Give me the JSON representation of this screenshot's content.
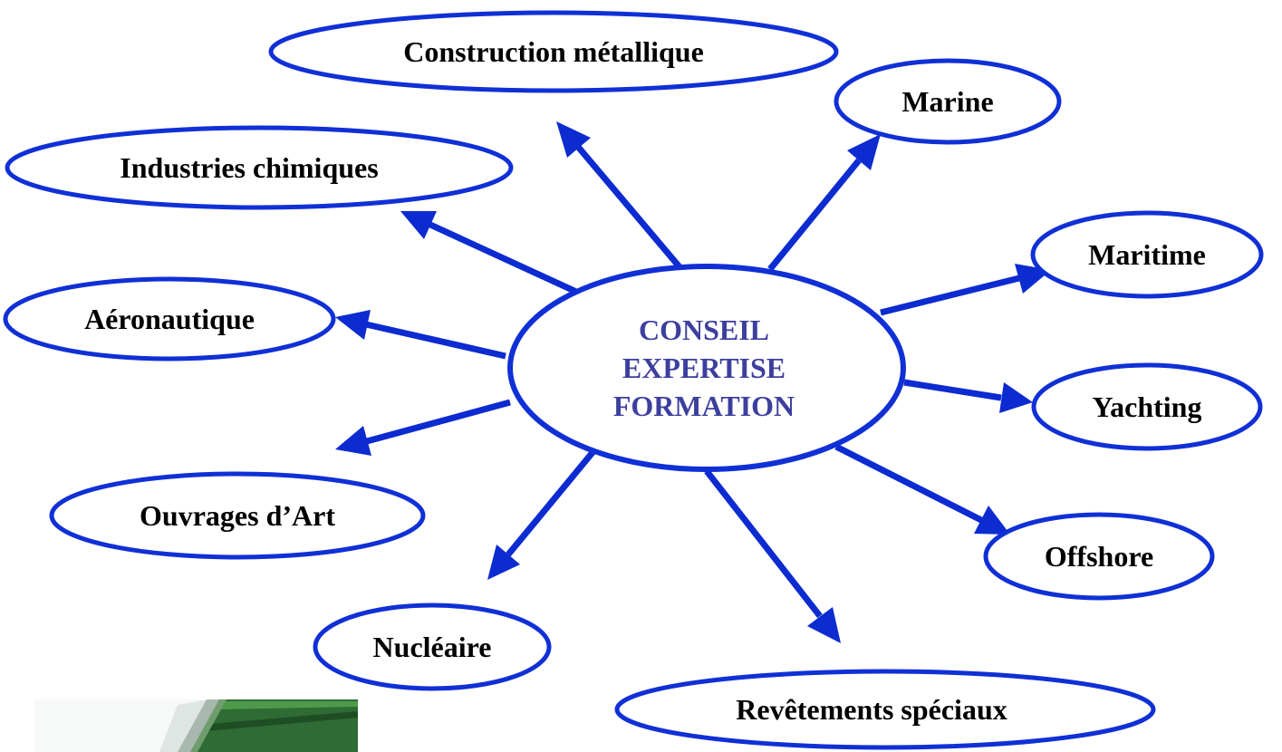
{
  "center": {
    "lines": [
      "CONSEIL",
      "EXPERTISE",
      "FORMATION"
    ]
  },
  "nodes": [
    {
      "id": "construction-metallique",
      "label": "Construction métallique"
    },
    {
      "id": "marine",
      "label": "Marine"
    },
    {
      "id": "industries-chimiques",
      "label": "Industries chimiques"
    },
    {
      "id": "maritime",
      "label": "Maritime"
    },
    {
      "id": "aeronautique",
      "label": "Aéronautique"
    },
    {
      "id": "yachting",
      "label": "Yachting"
    },
    {
      "id": "ouvrages-dart",
      "label": "Ouvrages d’Art"
    },
    {
      "id": "offshore",
      "label": "Offshore"
    },
    {
      "id": "nucleaire",
      "label": "Nucléaire"
    },
    {
      "id": "revetements-speciaux",
      "label": "Revêtements spéciaux"
    }
  ],
  "colors": {
    "accent": "#1030d6",
    "center_text": "#3d3f9e",
    "node_text": "#000000"
  }
}
